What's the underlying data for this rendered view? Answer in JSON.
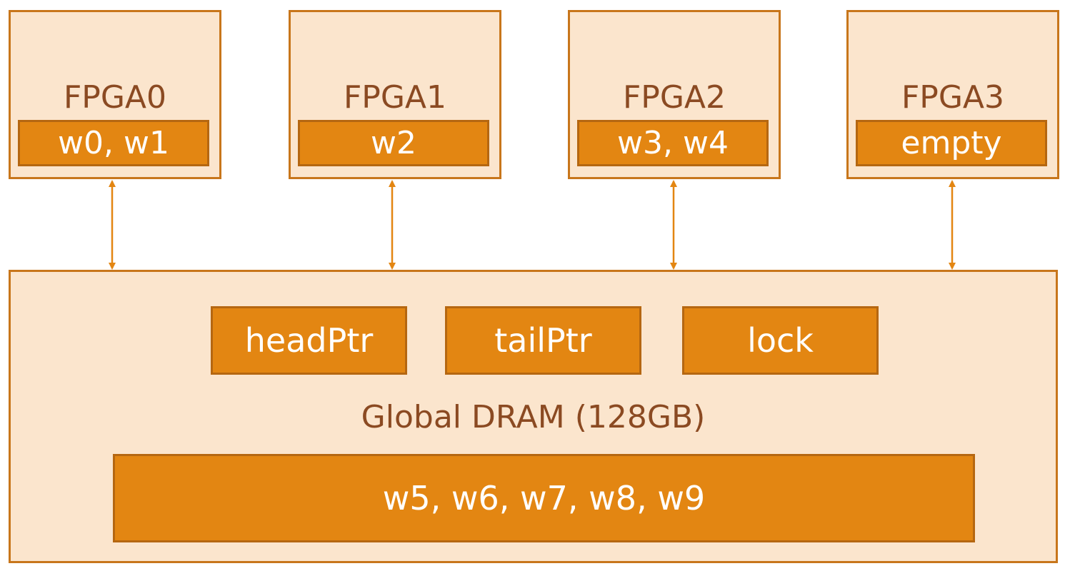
{
  "colors": {
    "panel_fill": "#fbe5cd",
    "panel_border": "#c8761b",
    "chip_fill": "#e38612",
    "title_text": "#8b4a22",
    "connector": "#e38612"
  },
  "fpgas": [
    {
      "title": "FPGA0",
      "contents": "w0, w1"
    },
    {
      "title": "FPGA1",
      "contents": "w2"
    },
    {
      "title": "FPGA2",
      "contents": "w3, w4"
    },
    {
      "title": "FPGA3",
      "contents": "empty"
    }
  ],
  "dram": {
    "title": "Global DRAM (128GB)",
    "pointers": [
      "headPtr",
      "tailPtr",
      "lock"
    ],
    "queue": "w5, w6, w7, w8, w9"
  }
}
